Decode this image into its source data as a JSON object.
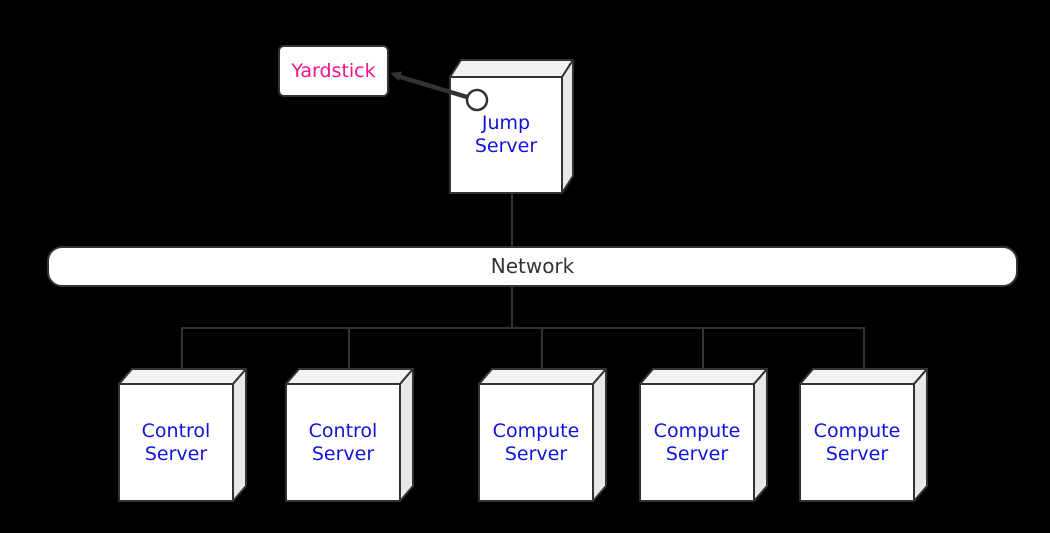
{
  "diagram": {
    "type": "network-topology",
    "background_color": "#000000",
    "stroke_color": "#333333",
    "node_front_fill": "#ffffff",
    "node_top_fill": "#f2f2f2",
    "node_side_fill": "#e8e8e8",
    "nodes": {
      "yardstick": {
        "label": "Yardstick",
        "shape": "rounded-rectangle",
        "text_color": "#f5128c"
      },
      "jump_server": {
        "label": "Jump\nServer",
        "shape": "box3d",
        "port": "circle-connector",
        "text_color": "#1111dd"
      },
      "network": {
        "label": "Network",
        "shape": "rounded-bar",
        "text_color": "#333333"
      },
      "servers": [
        {
          "id": "control-server-1",
          "label": "Control\nServer",
          "shape": "box3d",
          "text_color": "#1111dd"
        },
        {
          "id": "control-server-2",
          "label": "Control\nServer",
          "shape": "box3d",
          "text_color": "#1111dd"
        },
        {
          "id": "compute-server-1",
          "label": "Compute\nServer",
          "shape": "box3d",
          "text_color": "#1111dd"
        },
        {
          "id": "compute-server-2",
          "label": "Compute\nServer",
          "shape": "box3d",
          "text_color": "#1111dd"
        },
        {
          "id": "compute-server-3",
          "label": "Compute\nServer",
          "shape": "box3d",
          "text_color": "#1111dd"
        }
      ]
    },
    "edges": [
      {
        "from": "jump_server",
        "to": "yardstick",
        "style": "thick-arrow",
        "from_port": "circle-connector"
      },
      {
        "from": "jump_server",
        "to": "network",
        "style": "line"
      },
      {
        "from": "network",
        "to": "control-server-1",
        "style": "line"
      },
      {
        "from": "network",
        "to": "control-server-2",
        "style": "line"
      },
      {
        "from": "network",
        "to": "compute-server-1",
        "style": "line"
      },
      {
        "from": "network",
        "to": "compute-server-2",
        "style": "line"
      },
      {
        "from": "network",
        "to": "compute-server-3",
        "style": "line"
      }
    ]
  }
}
